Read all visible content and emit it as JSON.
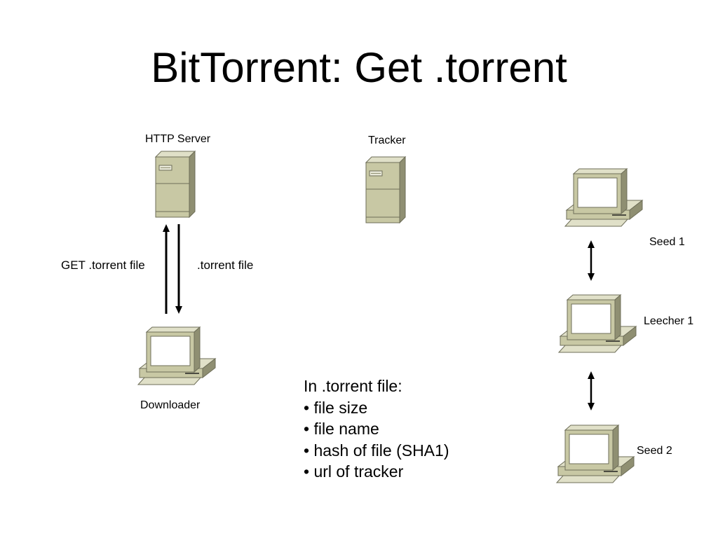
{
  "slide": {
    "title": "BitTorrent: Get .torrent"
  },
  "nodes": {
    "http_server": "HTTP Server",
    "tracker": "Tracker",
    "downloader": "Downloader",
    "seed1": "Seed 1",
    "leecher1": "Leecher 1",
    "seed2": "Seed 2"
  },
  "arrows": {
    "request": "GET .torrent file",
    "response": ".torrent file"
  },
  "notes": {
    "heading": "In .torrent file:",
    "items": [
      "• file size",
      "• file name",
      "• hash of file (SHA1)",
      "• url of tracker"
    ]
  },
  "colors": {
    "device_body": "#c8c8a4",
    "device_shadow": "#8f8f72",
    "device_top": "#e0e0c8",
    "screen": "#ffffff"
  }
}
